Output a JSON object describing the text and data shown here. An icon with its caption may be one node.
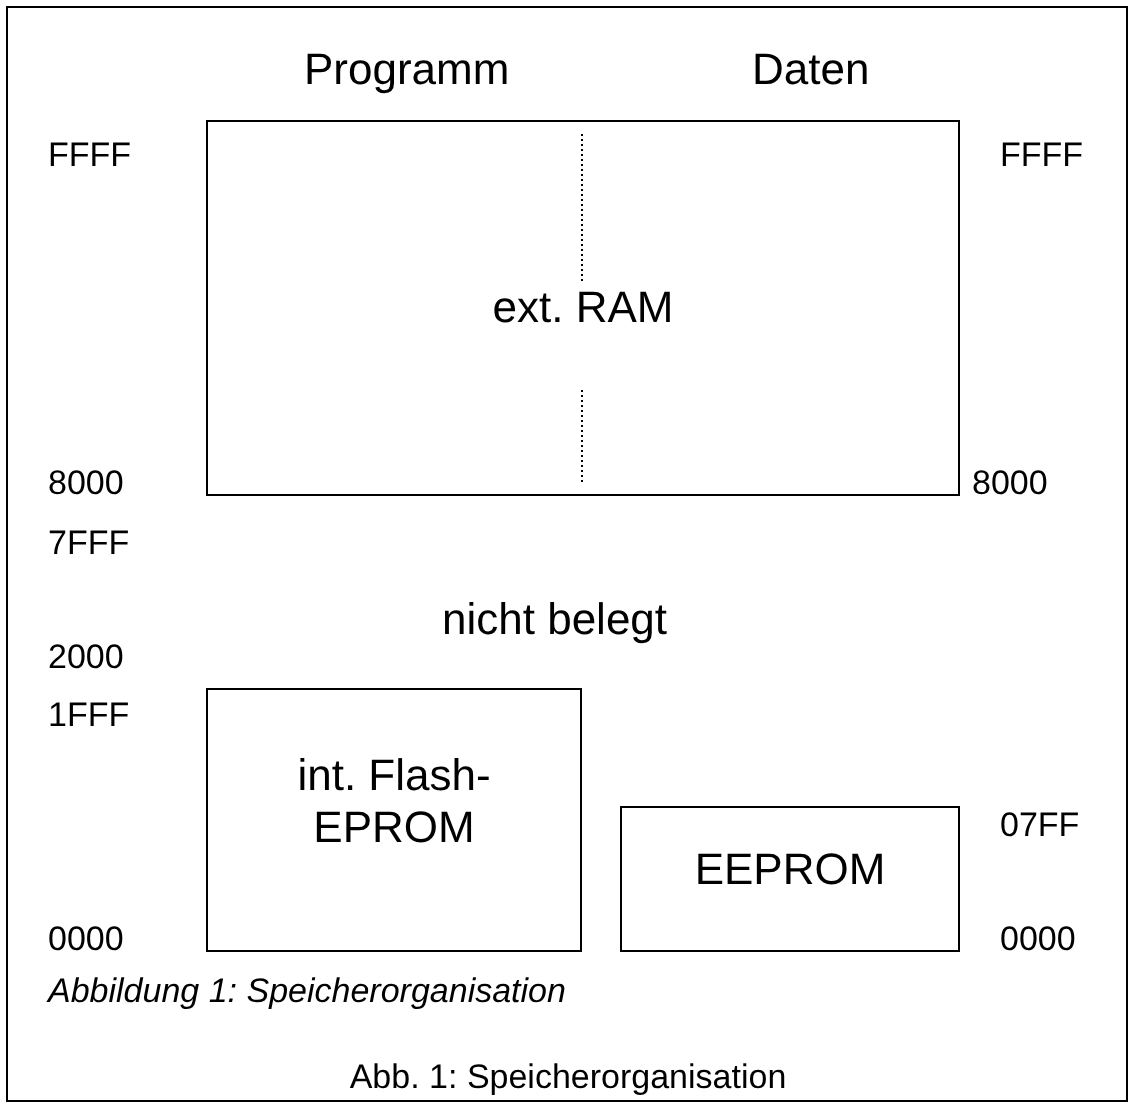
{
  "diagram": {
    "caption": "Abb. 1: Speicherorganisation",
    "nodes": [
      {
        "text": [
          "ext. RAM"
        ]
      },
      {
        "text": [
          "int. Flash- EPROM"
        ]
      },
      {
        "text": [
          "EEPROM"
        ]
      }
    ],
    "labels": [
      "Programm",
      "Daten",
      "FFFF",
      "FFFF",
      "8000",
      "8000",
      "7FFF",
      "nicht belegt",
      "2000",
      "1FFF",
      "07FF",
      "0000",
      "0000",
      "Abbildung 1: Speicherorganisation"
    ]
  }
}
